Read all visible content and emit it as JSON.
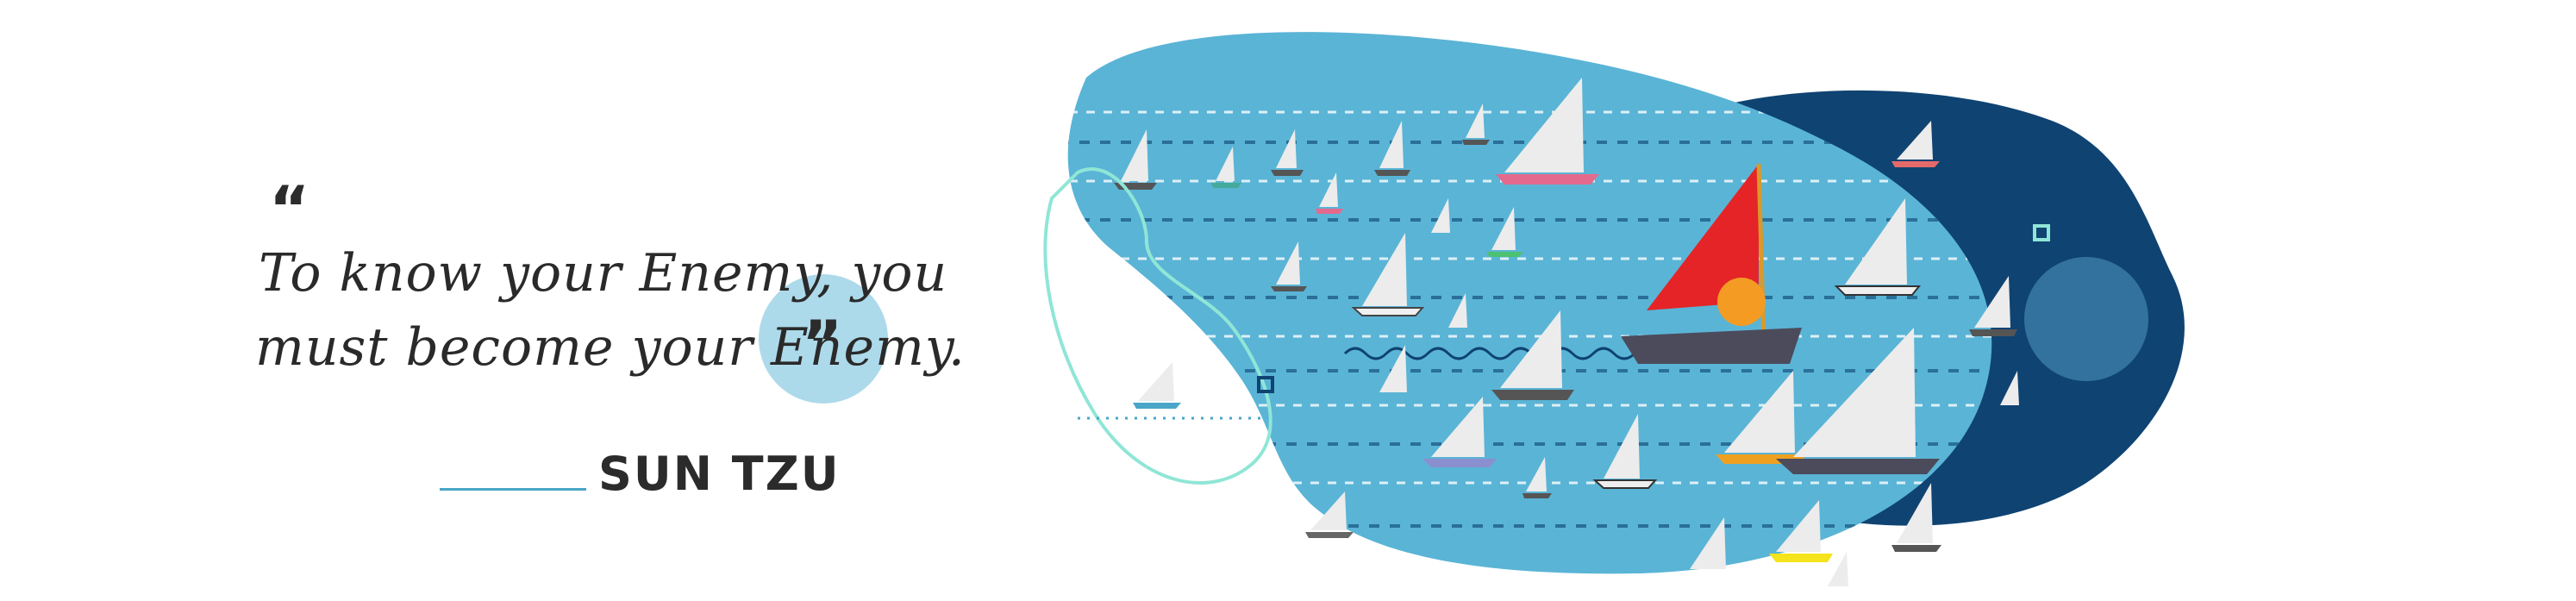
{
  "quote": {
    "open_mark": "“",
    "line1": "To know your Enemy, you",
    "line2": "must become your Enemy.",
    "close_mark": "”"
  },
  "author": {
    "name": "SUN TZU"
  },
  "colors": {
    "sea_light": "#5ab4d6",
    "sea_dark": "#0f4472",
    "accent_circle": "#9fd4e6",
    "mint_outline": "#8fe6d6",
    "red_sail": "#e42426",
    "text_dark": "#2a2a2a",
    "rule_blue": "#4aa6c8"
  },
  "icons": {
    "quote_open": "quote-open-icon",
    "quote_close": "quote-close-icon"
  }
}
